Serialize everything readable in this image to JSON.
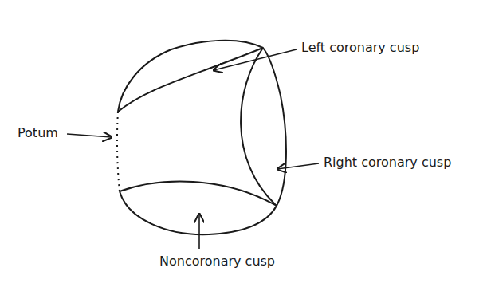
{
  "diagram": {
    "labels": [
      "Left coronary cusp",
      "Right coronary cusp",
      "Potum",
      "Noncoronary cusp"
    ]
  }
}
